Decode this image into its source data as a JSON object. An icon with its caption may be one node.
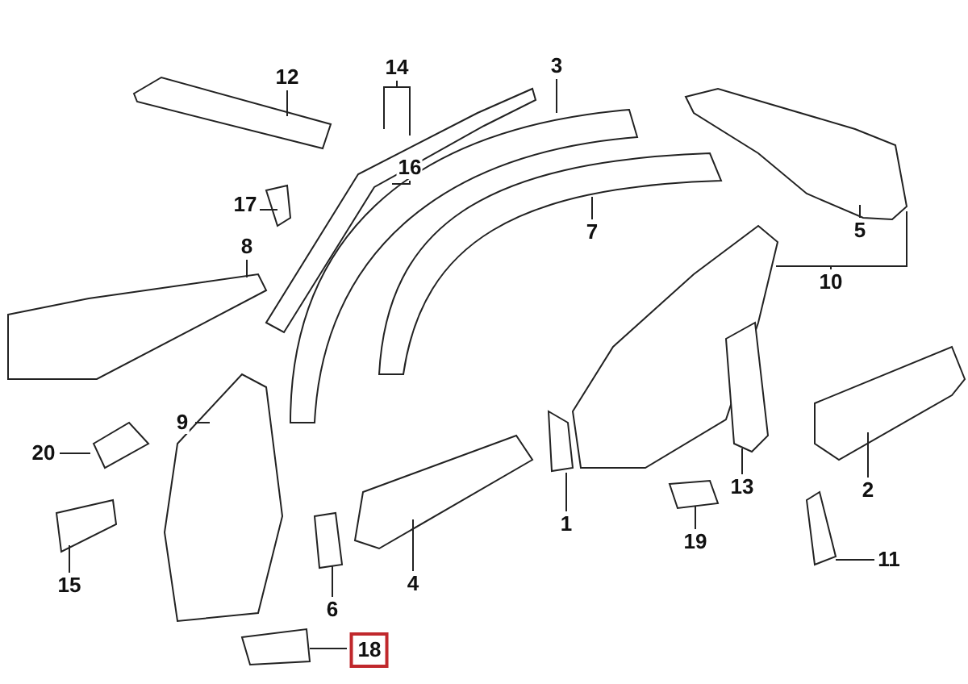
{
  "diagram": {
    "nodes": [
      {
        "text": [
          "12"
        ]
      },
      {
        "text": [
          "14"
        ]
      },
      {
        "text": [
          "3"
        ]
      },
      {
        "text": [
          "16"
        ]
      },
      {
        "text": [
          "17"
        ]
      },
      {
        "text": [
          "5"
        ]
      },
      {
        "text": [
          "7"
        ]
      },
      {
        "text": [
          "8"
        ]
      },
      {
        "text": [
          "10"
        ]
      },
      {
        "text": [
          "9"
        ]
      },
      {
        "text": [
          "20"
        ]
      },
      {
        "text": [
          "13"
        ]
      },
      {
        "text": [
          "2"
        ]
      },
      {
        "text": [
          "1"
        ]
      },
      {
        "text": [
          "19"
        ]
      },
      {
        "text": [
          "11"
        ]
      },
      {
        "text": [
          "4"
        ]
      },
      {
        "text": [
          "15"
        ]
      },
      {
        "text": [
          "6"
        ]
      },
      {
        "text": [
          "18"
        ]
      }
    ],
    "edges": [
      {
        "from": 0,
        "to": null,
        "arrow": "none"
      },
      {
        "from": 1,
        "to": null,
        "arrow": "none"
      },
      {
        "from": 1,
        "to": null,
        "arrow": "none"
      },
      {
        "from": 2,
        "to": null,
        "arrow": "none"
      },
      {
        "from": 3,
        "to": null,
        "arrow": "none"
      },
      {
        "from": 4,
        "to": null,
        "arrow": "none"
      },
      {
        "from": 5,
        "to": null,
        "arrow": "none"
      },
      {
        "from": 6,
        "to": null,
        "arrow": "none"
      },
      {
        "from": 7,
        "to": null,
        "arrow": "none"
      },
      {
        "from": 8,
        "to": null,
        "arrow": "none"
      },
      {
        "from": 8,
        "to": null,
        "arrow": "none"
      },
      {
        "from": 9,
        "to": null,
        "arrow": "none"
      },
      {
        "from": 10,
        "to": null,
        "arrow": "none"
      },
      {
        "from": 11,
        "to": null,
        "arrow": "none"
      },
      {
        "from": 12,
        "to": null,
        "arrow": "none"
      },
      {
        "from": 13,
        "to": null,
        "arrow": "none"
      },
      {
        "from": 14,
        "to": null,
        "arrow": "none"
      },
      {
        "from": 15,
        "to": null,
        "arrow": "none"
      },
      {
        "from": 16,
        "to": null,
        "arrow": "none"
      },
      {
        "from": 17,
        "to": null,
        "arrow": "none"
      },
      {
        "from": 18,
        "to": null,
        "arrow": "none"
      },
      {
        "from": 19,
        "to": null,
        "arrow": "none"
      }
    ]
  }
}
